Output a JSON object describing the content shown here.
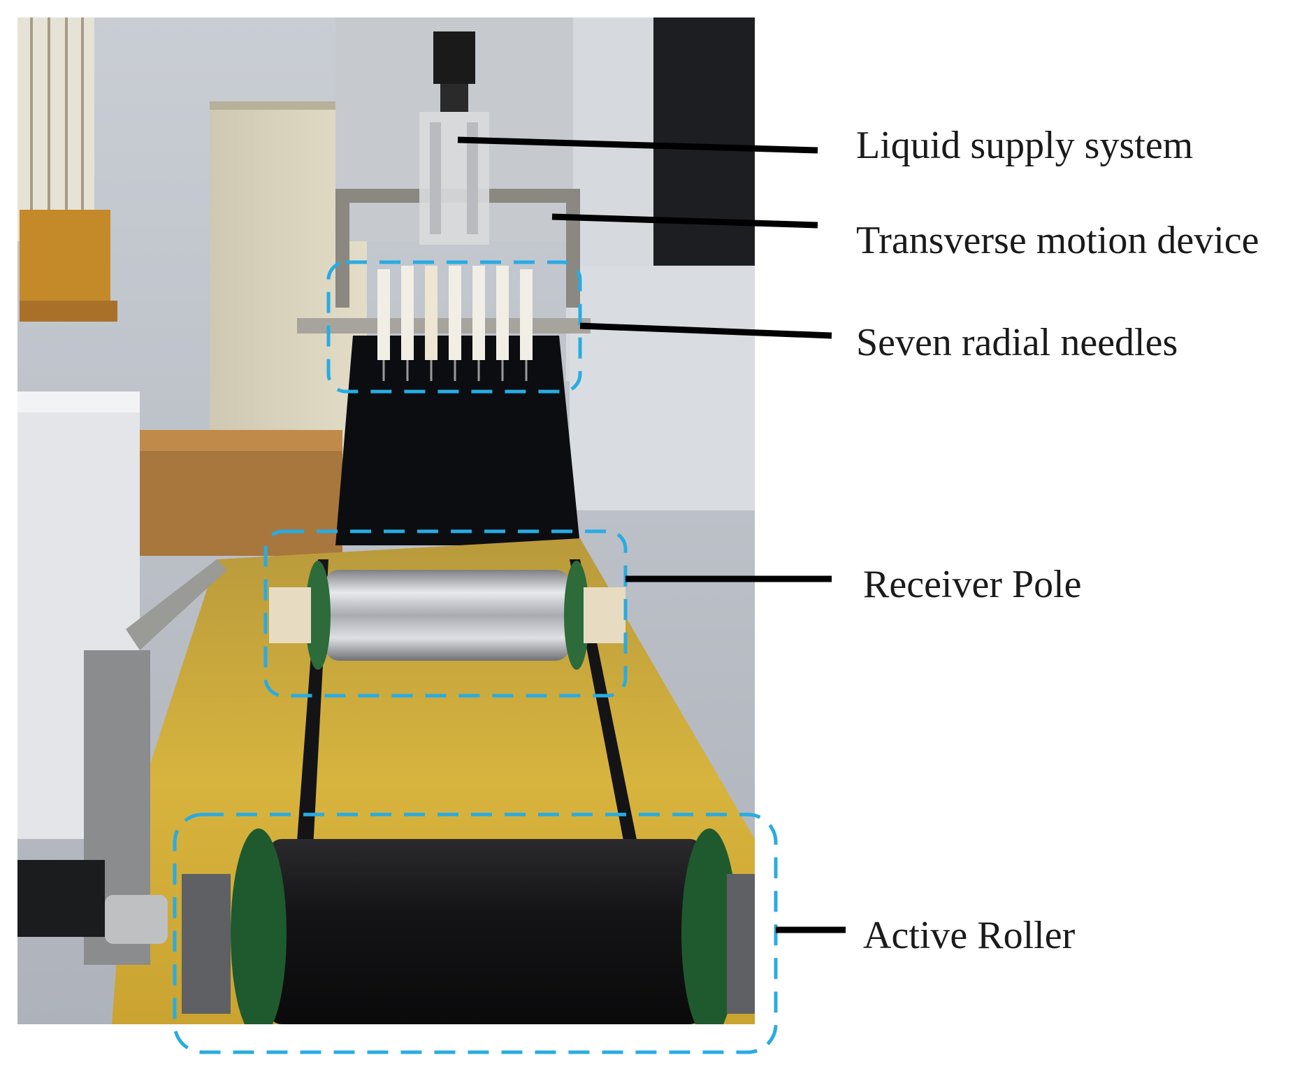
{
  "figure": {
    "photo_subject": "multi-needle electrospinning apparatus",
    "callout_color": "#29abe2",
    "leader_color": "#000000"
  },
  "labels": {
    "liquid_supply": "Liquid supply system",
    "transverse_motion": "Transverse motion device",
    "needles": "Seven radial needles",
    "receiver": "Receiver Pole",
    "roller": "Active Roller"
  }
}
